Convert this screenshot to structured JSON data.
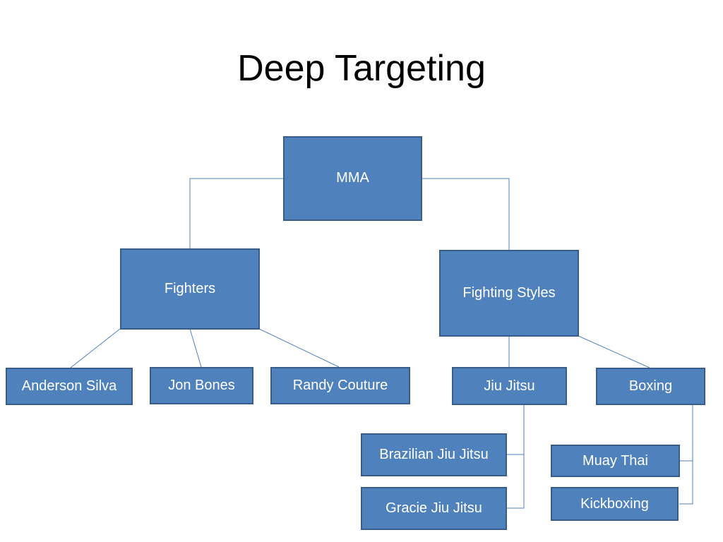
{
  "title": "Deep Targeting",
  "colors": {
    "node_fill": "#4f81bd",
    "node_border": "#385d8a",
    "connector": "#4f81bd"
  },
  "nodes": {
    "root": "MMA",
    "fighters": "Fighters",
    "fighting_styles": "Fighting Styles",
    "anderson_silva": "Anderson Silva",
    "jon_bones": "Jon Bones",
    "randy_couture": "Randy Couture",
    "jiu_jitsu": "Jiu Jitsu",
    "boxing": "Boxing",
    "brazilian_jiu_jitsu": "Brazilian Jiu Jitsu",
    "gracie_jiu_jitsu": "Gracie Jiu Jitsu",
    "muay_thai": "Muay Thai",
    "kickboxing": "Kickboxing"
  },
  "edges": [
    [
      "root",
      "fighters"
    ],
    [
      "root",
      "fighting_styles"
    ],
    [
      "fighters",
      "anderson_silva"
    ],
    [
      "fighters",
      "jon_bones"
    ],
    [
      "fighters",
      "randy_couture"
    ],
    [
      "fighting_styles",
      "jiu_jitsu"
    ],
    [
      "fighting_styles",
      "boxing"
    ],
    [
      "jiu_jitsu",
      "brazilian_jiu_jitsu"
    ],
    [
      "jiu_jitsu",
      "gracie_jiu_jitsu"
    ],
    [
      "boxing",
      "muay_thai"
    ],
    [
      "boxing",
      "kickboxing"
    ]
  ]
}
